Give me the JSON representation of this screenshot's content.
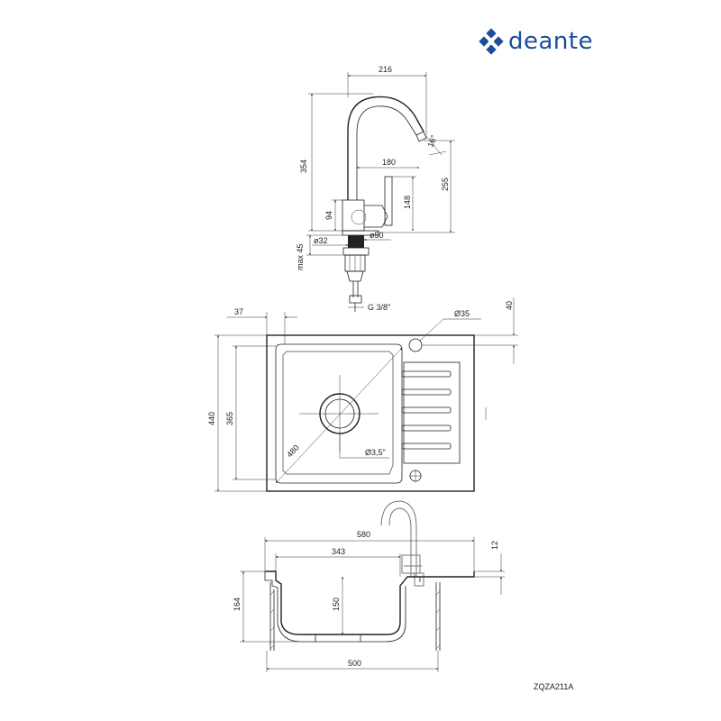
{
  "brand": {
    "name": "deante",
    "color": "#1c4d9c"
  },
  "product_code": "ZQZA211A",
  "faucet": {
    "width": "216",
    "height": "354",
    "spout_reach": "180",
    "spout_height": "255",
    "handle_height": "148",
    "body_height": "94",
    "spout_angle": "16°",
    "base_diameter": "ø50",
    "hole_diameter": "ø32",
    "deck_thickness": "max 45",
    "connection": "G 3/8\""
  },
  "sink_top": {
    "depth": "440",
    "bowl_depth": "365",
    "edge_offset": "37",
    "tap_hole_offset": "40",
    "tap_hole_diameter": "Ø35",
    "diagonal": "480",
    "drain": "Ø3,5\""
  },
  "sink_side": {
    "total_width": "580",
    "bowl_width": "343",
    "thickness": "12",
    "height": "164",
    "bowl_height": "150",
    "cabinet_width": "500"
  }
}
